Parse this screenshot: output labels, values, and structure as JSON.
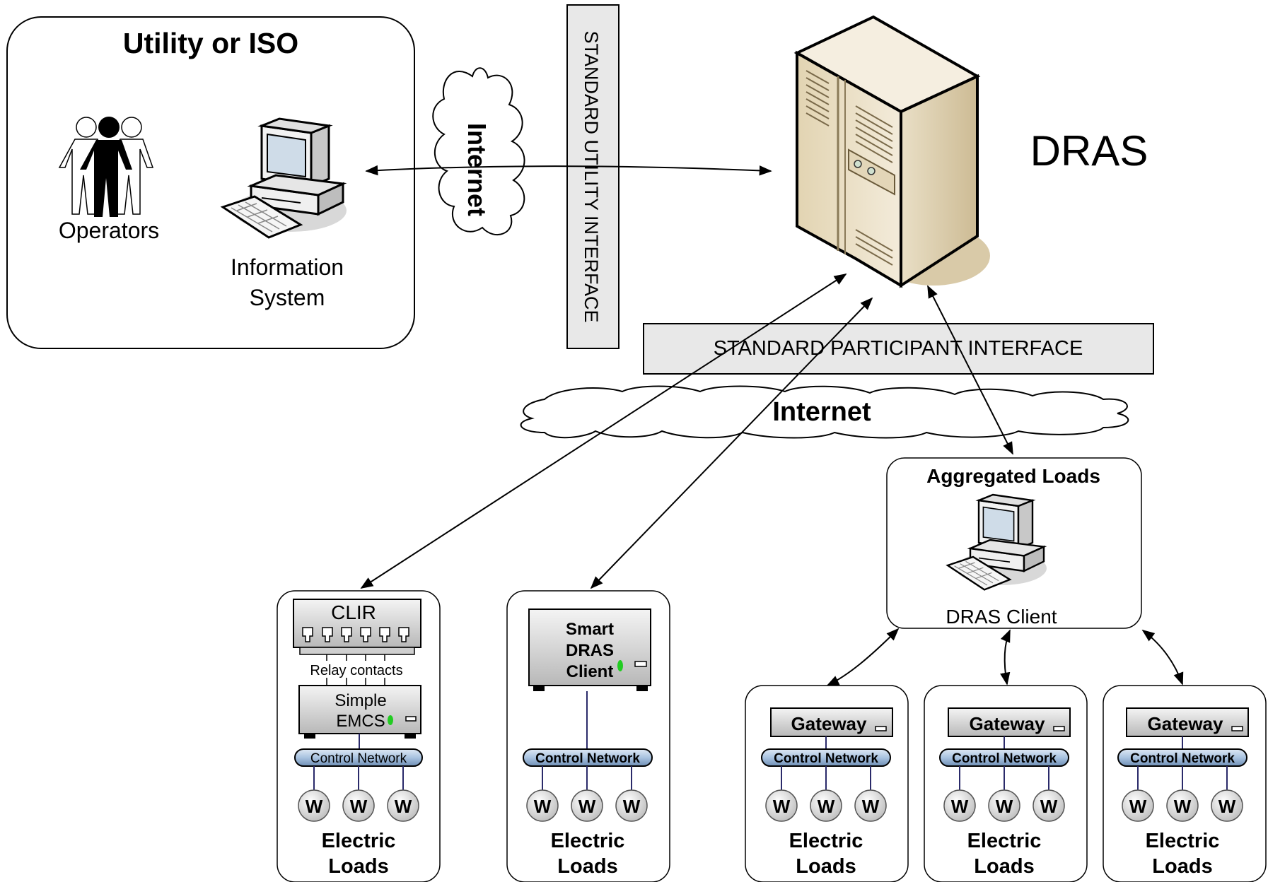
{
  "utility": {
    "title": "Utility or ISO",
    "operators_label": "Operators",
    "info_system_line1": "Information",
    "info_system_line2": "System"
  },
  "internet_left_label": "Internet",
  "standard_utility_interface": "STANDARD UTILITY INTERFACE",
  "dras_label": "DRAS",
  "standard_participant_interface": "STANDARD PARTICIPANT INTERFACE",
  "internet_center_label": "Internet",
  "aggregated": {
    "title": "Aggregated Loads",
    "client_label": "DRAS Client"
  },
  "clir": {
    "title": "CLIR",
    "relay_label": "Relay contacts",
    "emcs_line1": "Simple",
    "emcs_line2": "EMCS"
  },
  "smart": {
    "line1": "Smart",
    "line2": "DRAS",
    "line3": "Client"
  },
  "gateway_label": "Gateway",
  "control_network_label": "Control Network",
  "meter_label": "W",
  "electric_loads_line1": "Electric",
  "electric_loads_line2": "Loads",
  "colors": {
    "server_light": "#efe6d2",
    "server_mid": "#d9caa8",
    "server_dark": "#bfae86",
    "interface_box": "#e8e8e8",
    "network_bar": "#a9c3e0",
    "led_green": "#22cc22"
  }
}
